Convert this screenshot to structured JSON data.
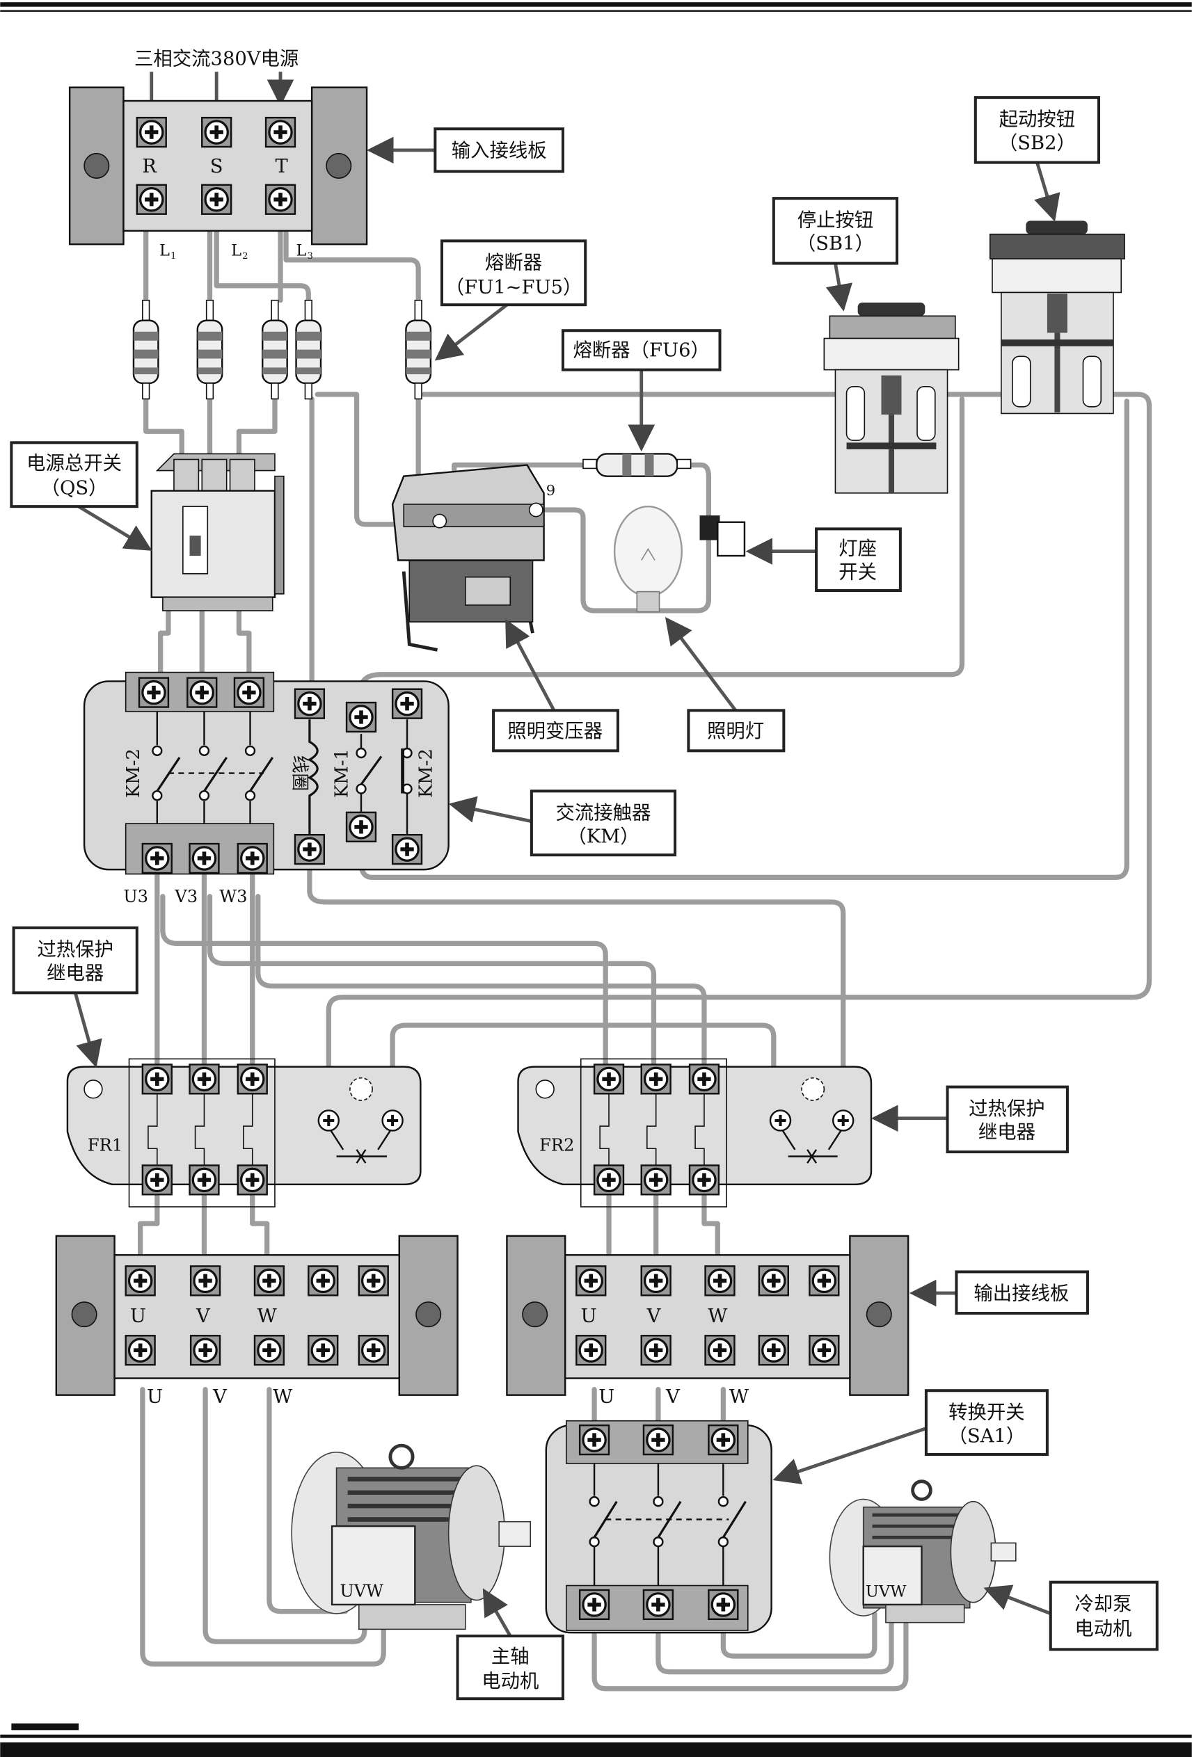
{
  "power_source": "三相交流380V电源",
  "labels": {
    "input_board": "输入接线板",
    "fuses": [
      "熔断器",
      "（FU1~FU5）"
    ],
    "fu6": "熔断器（FU6）",
    "qs": [
      "电源总开关",
      "（QS）"
    ],
    "sb1": [
      "停止按钮",
      "（SB1）"
    ],
    "sb2": [
      "起动按钮",
      "（SB2）"
    ],
    "lamp_switch": [
      "灯座",
      "开关"
    ],
    "transformer": "照明变压器",
    "lamp": "照明灯",
    "contactor": [
      "交流接触器",
      "（KM）"
    ],
    "fr_left": [
      "过热保护",
      "继电器"
    ],
    "fr_right": [
      "过热保护",
      "继电器"
    ],
    "output_board": "输出接线板",
    "sa1": [
      "转换开关",
      "（SA1）"
    ],
    "spindle_motor": [
      "主轴",
      "电动机"
    ],
    "coolant_motor": [
      "冷却泵",
      "电动机"
    ]
  },
  "terminals": {
    "input": [
      "R",
      "S",
      "T"
    ],
    "lines": [
      {
        "letter": "L",
        "sub": "1"
      },
      {
        "letter": "L",
        "sub": "2"
      },
      {
        "letter": "L",
        "sub": "3"
      }
    ],
    "km_out": [
      "U3",
      "V3",
      "W3"
    ],
    "km_main": "KM-2",
    "km_coil": "线圈",
    "km_aux1": "KM-1",
    "km_aux2": "KM-2",
    "transformer_pin": "9",
    "fr1": "FR1",
    "fr2": "FR2",
    "board_uvw": [
      "U",
      "V",
      "W"
    ],
    "motor_uvw": "UVW"
  },
  "colors": {
    "wire": "#9c9c9c",
    "panel": "#d8d8d8",
    "block": "#a8a8a8"
  }
}
